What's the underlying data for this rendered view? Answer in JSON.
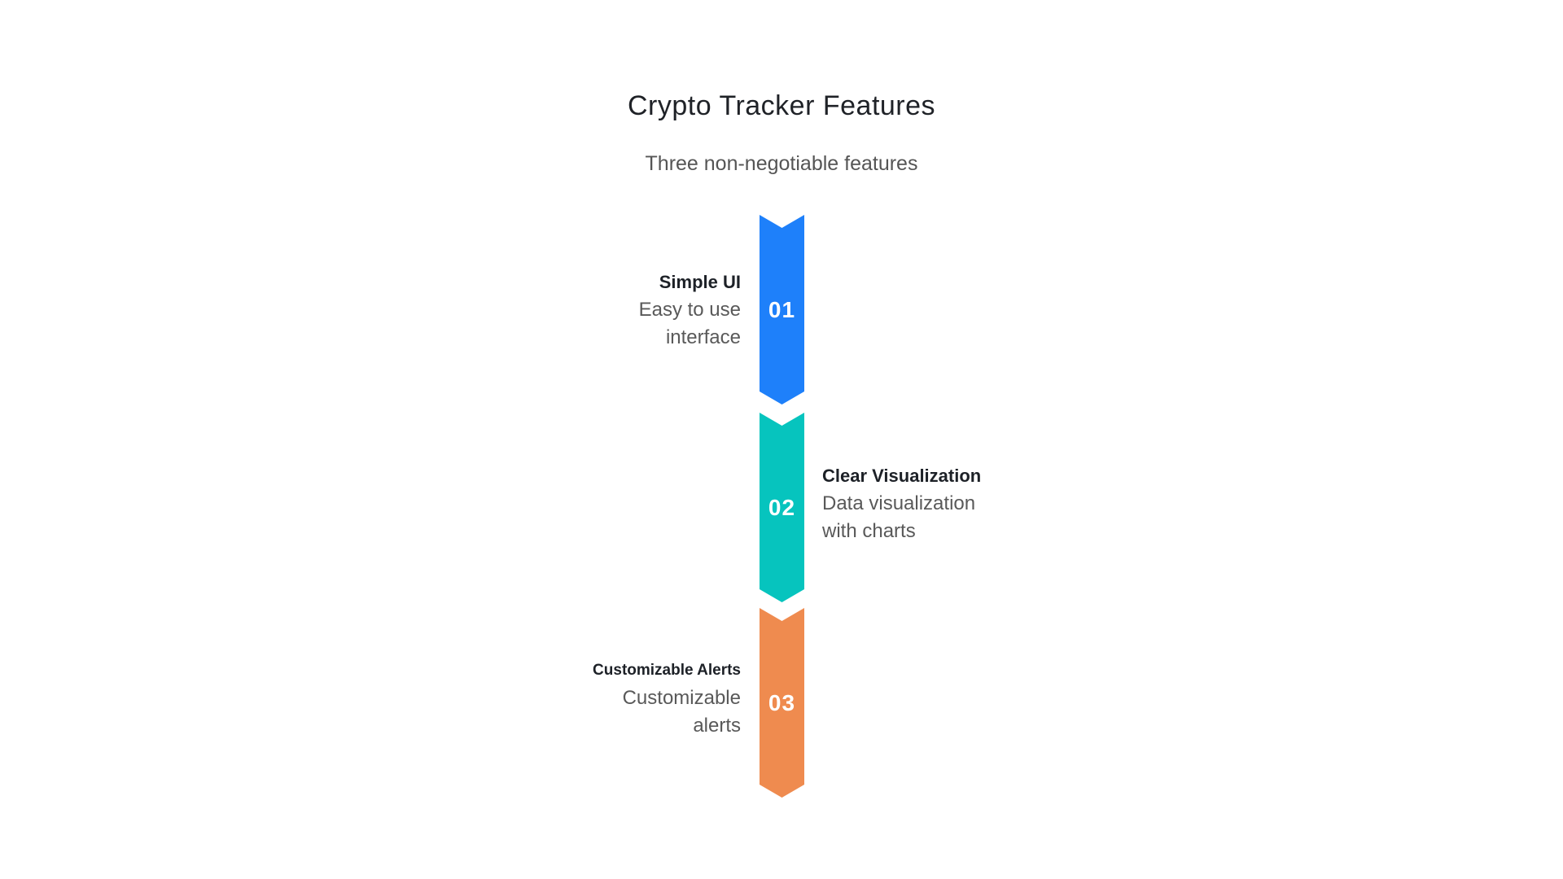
{
  "page": {
    "title": "Crypto Tracker Features",
    "subtitle": "Three non-negotiable features"
  },
  "features": [
    {
      "number": "01",
      "title": "Simple UI",
      "description": "Easy to use interface",
      "color": "#1E80FA",
      "text_side": "left"
    },
    {
      "number": "02",
      "title": "Clear Visualization",
      "description": "Data visualization with charts",
      "color": "#06C4BE",
      "text_side": "right"
    },
    {
      "number": "03",
      "title": "Customizable Alerts",
      "description": "Customizable alerts",
      "color": "#EF8B4F",
      "text_side": "left"
    }
  ],
  "colors": {
    "background": "#ffffff",
    "title_text": "#1f2227",
    "subtitle_text": "#555555",
    "feature_title_text": "#1d2127",
    "description_text": "#595959",
    "number_text": "#ffffff"
  }
}
